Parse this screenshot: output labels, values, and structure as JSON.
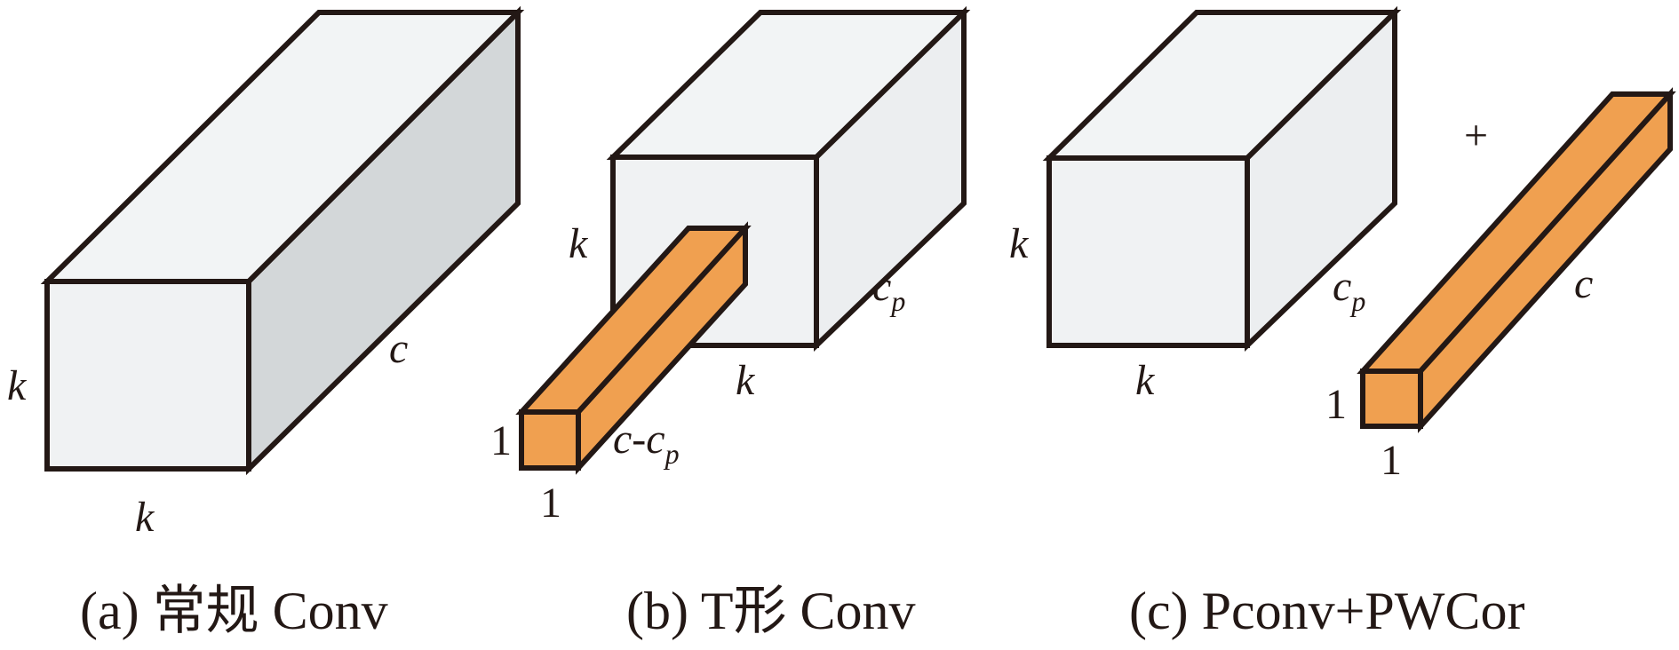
{
  "colors": {
    "face": "#f0f2f3",
    "top": "#f2f4f5",
    "side_dark": "#d3d7d9",
    "side_light": "#eceef0",
    "bar": "#f0a050",
    "stroke": "#231815"
  },
  "panel_a": {
    "caption": "(a) 常规 Conv",
    "k_left": "k",
    "k_bottom": "k",
    "c": "c"
  },
  "panel_b": {
    "caption": "(b) T形 Conv",
    "k_left": "k",
    "k_bottom": "k",
    "cp": "c",
    "cp_sub": "p",
    "bar_one_left": "1",
    "bar_one_bottom": "1",
    "bar_len": "c-c",
    "bar_len_sub": "p"
  },
  "panel_c": {
    "caption": "(c) Pconv+PWCor",
    "k_left": "k",
    "k_bottom": "k",
    "cp": "c",
    "cp_sub": "p",
    "plus": "+",
    "bar_one_left": "1",
    "bar_one_bottom": "1",
    "bar_len": "c"
  }
}
